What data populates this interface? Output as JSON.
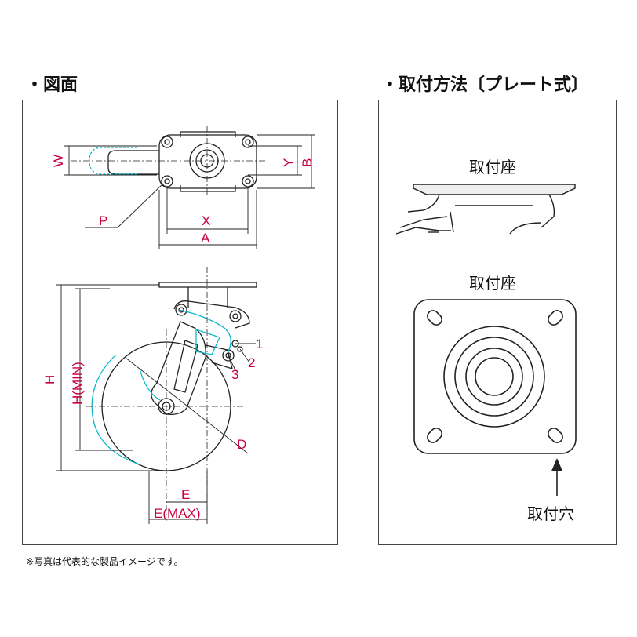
{
  "headings": {
    "drawing": "・図面",
    "mounting": "・取付方法〔プレート式〕"
  },
  "drawing_labels": {
    "w": "W",
    "y": "Y",
    "b": "B",
    "p": "P",
    "x": "X",
    "a": "A",
    "h": "H",
    "h_min": "H(MIN)",
    "d": "D",
    "e": "E",
    "e_max": "E(MAX)",
    "n1": "1",
    "n2": "2",
    "n3": "3"
  },
  "mounting_labels": {
    "seat_top": "取付座",
    "seat_plan": "取付座",
    "hole": "取付穴"
  },
  "footnote": "※写真は代表的な製品イメージです。",
  "colors": {
    "dimension": "#c8003c",
    "cyan": "#00b4c8",
    "line": "#222222"
  }
}
